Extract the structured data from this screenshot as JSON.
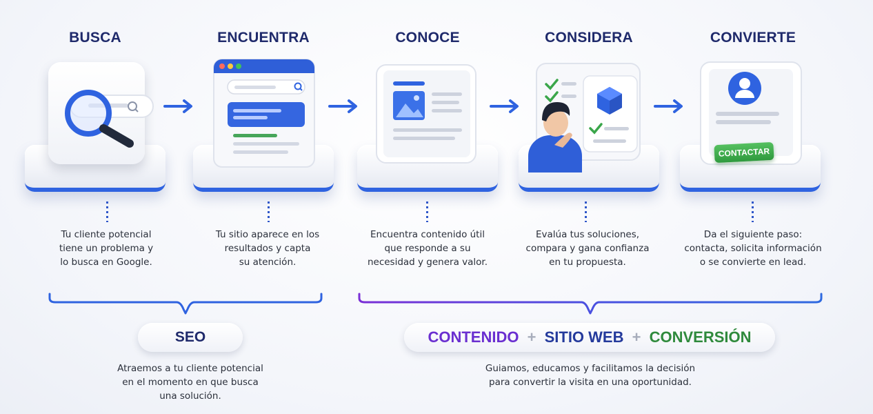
{
  "stages": [
    {
      "title": "BUSCA",
      "description": [
        "Tu cliente potencial",
        "tiene un problema y",
        "lo busca en Google."
      ]
    },
    {
      "title": "ENCUENTRA",
      "description": [
        "Tu sitio aparece en los",
        "resultados y capta",
        "su atención."
      ]
    },
    {
      "title": "CONOCE",
      "description": [
        "Encuentra contenido útil",
        "que responde a su",
        "necesidad y genera valor."
      ]
    },
    {
      "title": "CONSIDERA",
      "description": [
        "Evalúa tus soluciones,",
        "compara y gana confianza",
        "en tu propuesta."
      ]
    },
    {
      "title": "CONVIERTE",
      "description": [
        "Da el siguiente paso:",
        "contacta, solicita información",
        "o se convierte en lead."
      ]
    }
  ],
  "contact_button_label": "CONTACTAR",
  "groups": {
    "seo": {
      "label": "SEO",
      "description": [
        "Atraemos a tu cliente potencial",
        "en el momento en que busca",
        "una solución."
      ]
    },
    "conversion": {
      "parts": [
        "CONTENIDO",
        "SITIO WEB",
        "CONVERSIÓN"
      ],
      "separator": "+",
      "description": [
        "Guiamos, educamos y facilitamos la decisión",
        "para convertir la visita en una oportunidad."
      ]
    }
  },
  "colors": {
    "title": "#1f2a6b",
    "accent_blue": "#2f63e0",
    "purple": "#6a2fd0",
    "navy": "#243a9c",
    "green": "#2f8a3c",
    "button_green": "#3aa64a"
  }
}
